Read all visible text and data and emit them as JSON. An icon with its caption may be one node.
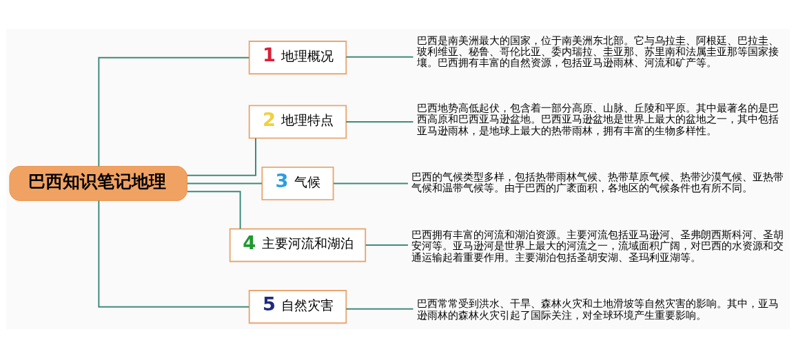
{
  "diagram": {
    "nodes": [
      {
        "text": [
          "巴西知识笔记地理"
        ]
      },
      {
        "text": [
          "1",
          "地理概况"
        ]
      },
      {
        "text": [
          "巴西是南美洲最大的国家，位于南美洲东北部。它与乌拉圭、阿根廷、巴拉圭、玻利维亚、秘鲁、哥伦比亚、委内瑞拉、圭亚那、苏里南和法属圭亚那等国家接壤。巴西拥有丰富的自然资源，包括亚马逊雨林、河流和矿产等。"
        ]
      },
      {
        "text": [
          "2",
          "地理特点"
        ]
      },
      {
        "text": [
          "巴西地势高低起伏，包含着一部分高原、山脉、丘陵和平原。其中最著名的是巴西高原和巴西亚马逊盆地。巴西亚马逊盆地是世界上最大的盆地之一，其中包括亚马逊雨林，是地球上最大的热带雨林，拥有丰富的生物多样性。"
        ]
      },
      {
        "text": [
          "3",
          "气候"
        ]
      },
      {
        "text": [
          "巴西的气候类型多样，包括热带雨林气候、热带草原气候、热带沙漠气候、亚热带气候和温带气候等。由于巴西的广袤面积，各地区的气候条件也有所不同。"
        ]
      },
      {
        "text": [
          "4",
          "主要河流和湖泊"
        ]
      },
      {
        "text": [
          "巴西拥有丰富的河流和湖泊资源。主要河流包括亚马逊河、圣弗朗西斯科河、圣胡安河等。亚马逊河是世界上最大的河流之一，流域面积广阔，对巴西的水资源和交通运输起着重要作用。主要湖泊包括圣胡安湖、圣玛利亚湖等。"
        ]
      },
      {
        "text": [
          "5",
          "自然灾害"
        ]
      },
      {
        "text": [
          "巴西常常受到洪水、干旱、森林火灾和土地滑坡等自然灾害的影响。其中，亚马逊雨林的森林火灾引起了国际关注，对全球环境产生重要影响。"
        ]
      }
    ],
    "edges": [
      {
        "from": 0,
        "to": 1,
        "arrow": "none"
      },
      {
        "from": 1,
        "to": 2,
        "arrow": "none"
      },
      {
        "from": 0,
        "to": 3,
        "arrow": "none"
      },
      {
        "from": 3,
        "to": 4,
        "arrow": "none"
      },
      {
        "from": 0,
        "to": 5,
        "arrow": "none"
      },
      {
        "from": 5,
        "to": 6,
        "arrow": "none"
      },
      {
        "from": 0,
        "to": 7,
        "arrow": "none"
      },
      {
        "from": 7,
        "to": 8,
        "arrow": "none"
      },
      {
        "from": 0,
        "to": 9,
        "arrow": "none"
      },
      {
        "from": 9,
        "to": 10,
        "arrow": "none"
      }
    ]
  }
}
